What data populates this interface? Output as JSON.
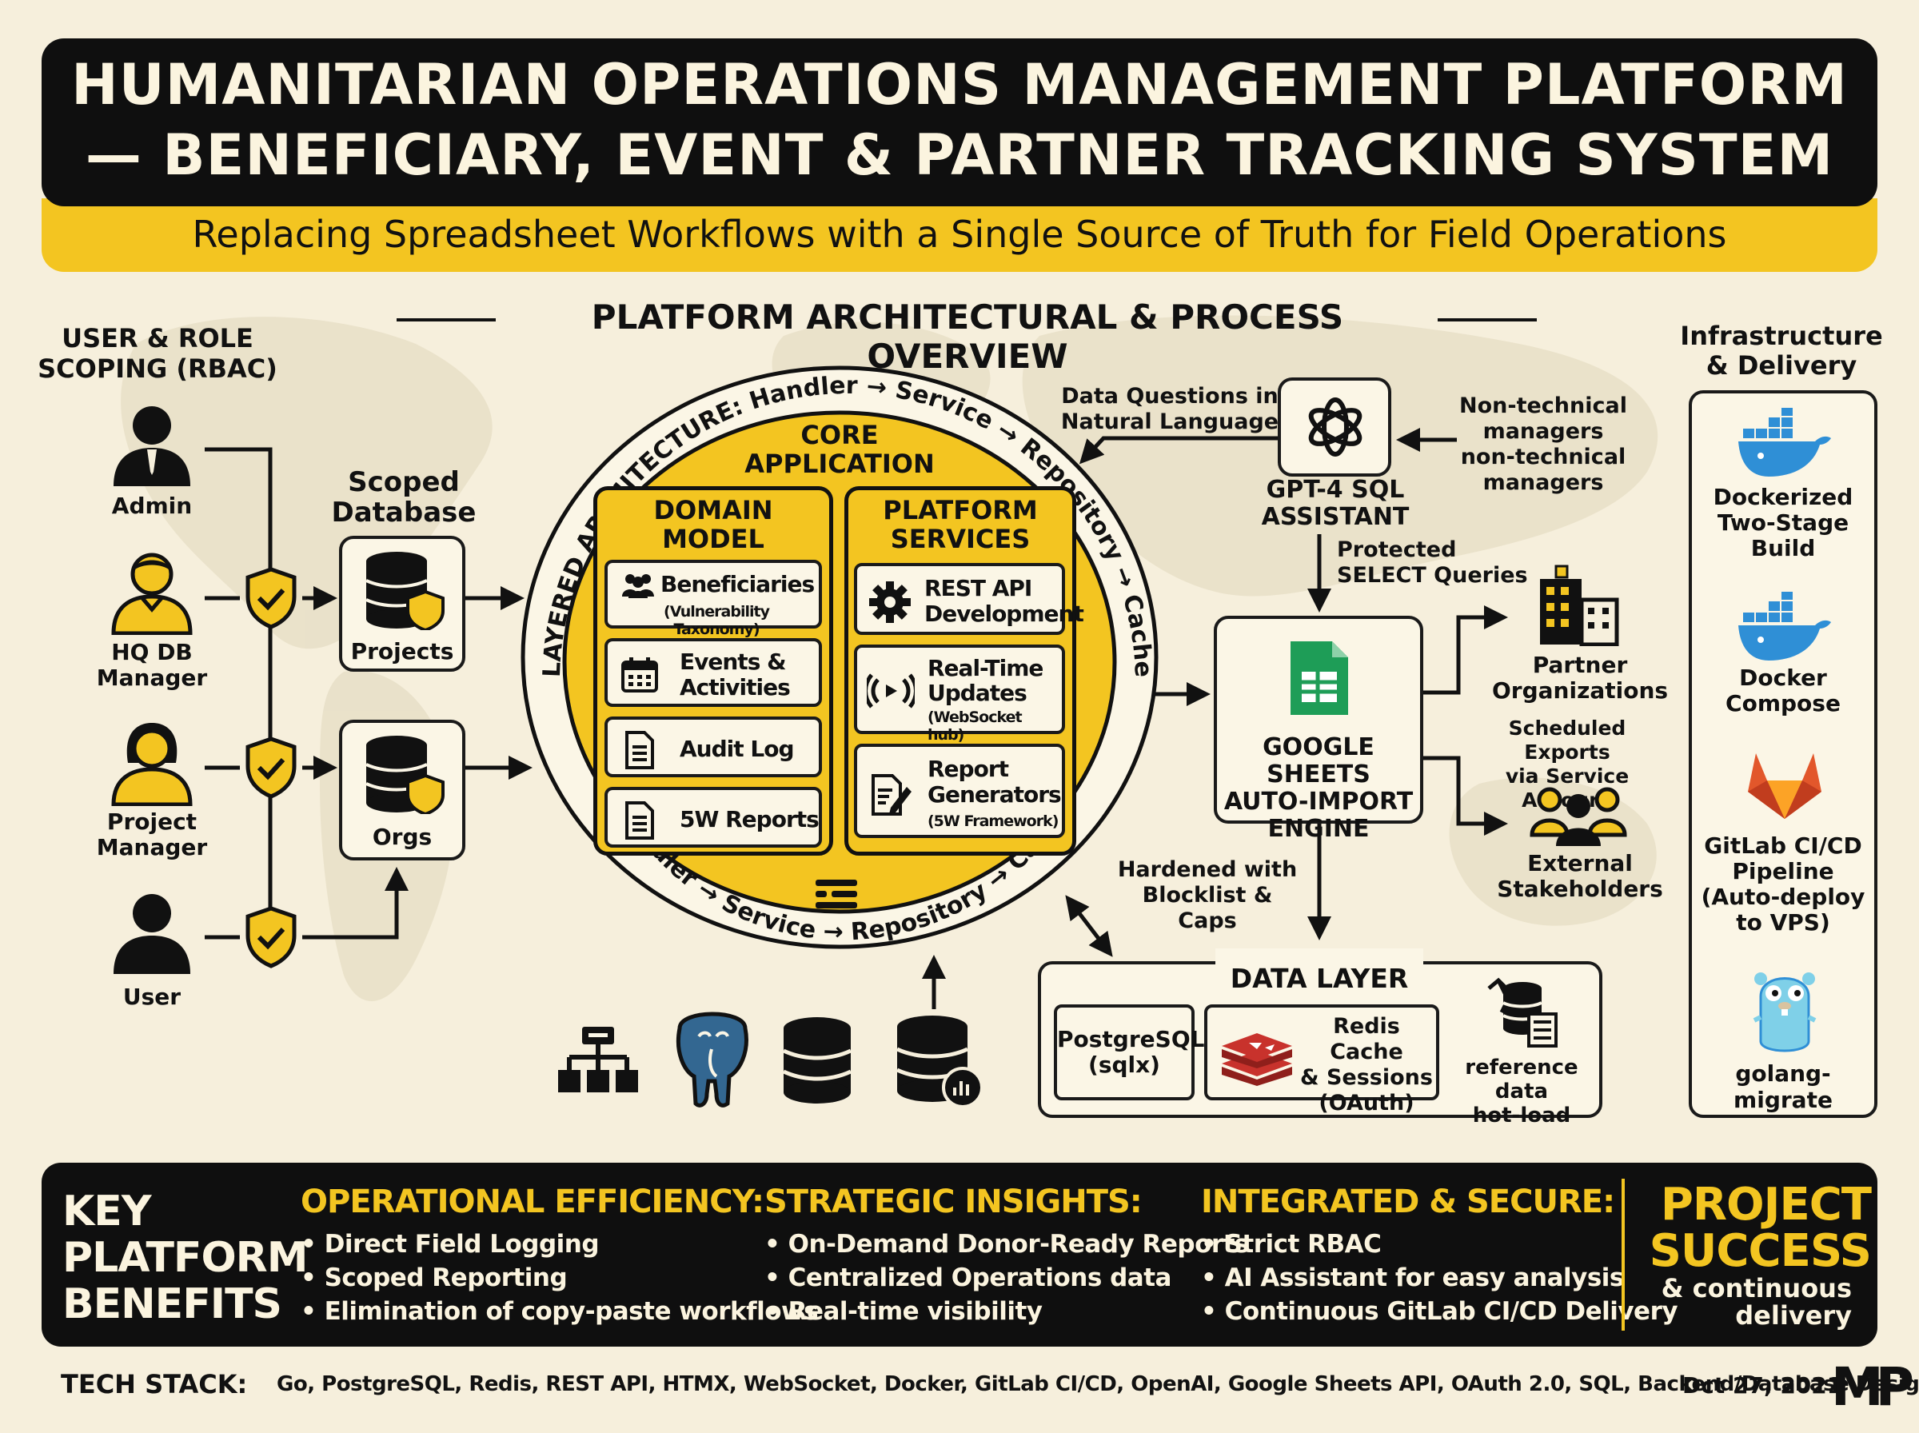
{
  "title": {
    "line1": "HUMANITARIAN OPERATIONS MANAGEMENT PLATFORM",
    "line2": "— BENEFICIARY, EVENT & PARTNER TRACKING SYSTEM",
    "subtitle": "Replacing Spreadsheet Workflows with a Single Source of Truth for Field Operations"
  },
  "overview_title": "PLATFORM ARCHITECTURAL & PROCESS OVERVIEW",
  "rbac": {
    "title_line1": "USER & ROLE",
    "title_line2": "SCOPING (RBAC)",
    "roles": [
      {
        "line1": "Admin",
        "line2": "",
        "icon": "admin-user-icon"
      },
      {
        "line1": "HQ DB",
        "line2": "Manager",
        "icon": "hq-manager-icon"
      },
      {
        "line1": "Project",
        "line2": "Manager",
        "icon": "project-manager-icon"
      },
      {
        "line1": "User",
        "line2": "",
        "icon": "user-icon"
      }
    ]
  },
  "scoped_db": {
    "title_line1": "Scoped",
    "title_line2": "Database",
    "items": [
      "Projects",
      "Orgs"
    ]
  },
  "core": {
    "ring_top": "LAYERED ARCHITECTURE: Handler → Service → Repository → Cache",
    "ring_bottom": "Handler → Service → Repository → Cache",
    "title_line1": "CORE",
    "title_line2": "APPLICATION",
    "domain_title_line1": "DOMAIN",
    "domain_title_line2": "MODEL",
    "domain_items": [
      {
        "line1": "Beneficiaries",
        "line2": "(Vulnerability Taxonomy)",
        "icon": "people-icon"
      },
      {
        "line1": "Events &",
        "line2": "Activities",
        "icon": "calendar-icon"
      },
      {
        "line1": "Audit Log",
        "line2": "",
        "icon": "document-icon"
      },
      {
        "line1": "5W Reports",
        "line2": "",
        "icon": "report-icon"
      }
    ],
    "platform_title_line1": "PLATFORM",
    "platform_title_line2": "SERVICES",
    "platform_items": [
      {
        "line1": "REST API",
        "line2": "Development",
        "sub": "",
        "icon": "gear-icon"
      },
      {
        "line1": "Real-Time",
        "line2": "Updates",
        "sub": "(WebSocket hub)",
        "icon": "broadcast-icon"
      },
      {
        "line1": "Report",
        "line2": "Generators",
        "sub": "(5W Framework)",
        "icon": "edit-document-icon"
      }
    ]
  },
  "gpt": {
    "label_line1": "GPT-4 SQL",
    "label_line2": "ASSISTANT",
    "data_q_line1": "Data Questions in",
    "data_q_line2": "Natural Language",
    "nontech_line1": "Non-technical",
    "nontech_line2": "managers",
    "nontech_line3": "non-technical",
    "nontech_line4": "managers",
    "protected_line1": "Protected",
    "protected_line2": "SELECT Queries"
  },
  "sheets": {
    "line1": "GOOGLE SHEETS",
    "line2": "AUTO-IMPORT",
    "line3": "ENGINE",
    "hardened_line1": "Hardened with",
    "hardened_line2": "Blocklist & Caps"
  },
  "partners": {
    "partner_line1": "Partner",
    "partner_line2": "Organizations",
    "exports_line1": "Scheduled Exports",
    "exports_line2": "via Service Account",
    "external_line1": "External",
    "external_line2": "Stakeholders"
  },
  "data_layer": {
    "title": "DATA LAYER",
    "postgres_line1": "PostgreSQL",
    "postgres_line2": "(sqlx)",
    "redis_line1": "Redis Cache",
    "redis_line2": "& Sessions",
    "redis_line3": "(OAuth)",
    "ref_line1": "reference data",
    "ref_line2": "hot-load"
  },
  "infra": {
    "title_line1": "Infrastructure",
    "title_line2": "& Delivery",
    "items": [
      {
        "line1": "Dockerized",
        "line2": "Two-Stage",
        "line3": "Build",
        "line4": "",
        "icon": "docker-icon"
      },
      {
        "line1": "Docker",
        "line2": "Compose",
        "line3": "",
        "line4": "",
        "icon": "docker-icon"
      },
      {
        "line1": "GitLab CI/CD",
        "line2": "Pipeline",
        "line3": "(Auto-deploy",
        "line4": "to VPS)",
        "icon": "gitlab-icon"
      },
      {
        "line1": "golang-migrate",
        "line2": "",
        "line3": "",
        "line4": "",
        "icon": "gopher-icon"
      }
    ]
  },
  "benefits": {
    "label_line1": "KEY",
    "label_line2": "PLATFORM",
    "label_line3": "BENEFITS",
    "columns": [
      {
        "head": "OPERATIONAL EFFICIENCY:",
        "items": [
          "• Direct Field Logging",
          "• Scoped Reporting",
          "• Elimination of copy-paste workflows"
        ]
      },
      {
        "head": "STRATEGIC INSIGHTS:",
        "items": [
          "• On-Demand Donor-Ready Reports",
          "• Centralized Operations data",
          "• Real-time visibility"
        ]
      },
      {
        "head": "INTEGRATED & SECURE:",
        "items": [
          "• Strict RBAC",
          "• AI Assistant for easy analysis",
          "• Continuous GitLab CI/CD Delivery"
        ]
      }
    ],
    "success_line1": "PROJECT",
    "success_line2": "SUCCESS",
    "success_line3": "& continuous",
    "success_line4": "delivery"
  },
  "footer": {
    "tech_label": "TECH STACK:",
    "tech_value": "Go, PostgreSQL, Redis, REST API, HTMX, WebSocket, Docker, GitLab CI/CD, OpenAI, Google Sheets API, OAuth 2.0, SQL, Backend/Database Design",
    "date": "Dct 27, 2021",
    "logo": "MP"
  },
  "colors": {
    "accent_yellow": "#f3c521",
    "banner_black": "#0f0f0f",
    "background": "#f6efdc",
    "sheets_green": "#1e9d57",
    "docker_blue": "#2f8fd6",
    "redis_red": "#c8322c",
    "gitlab_orange": "#e2572b",
    "postgres_blue": "#336791"
  }
}
